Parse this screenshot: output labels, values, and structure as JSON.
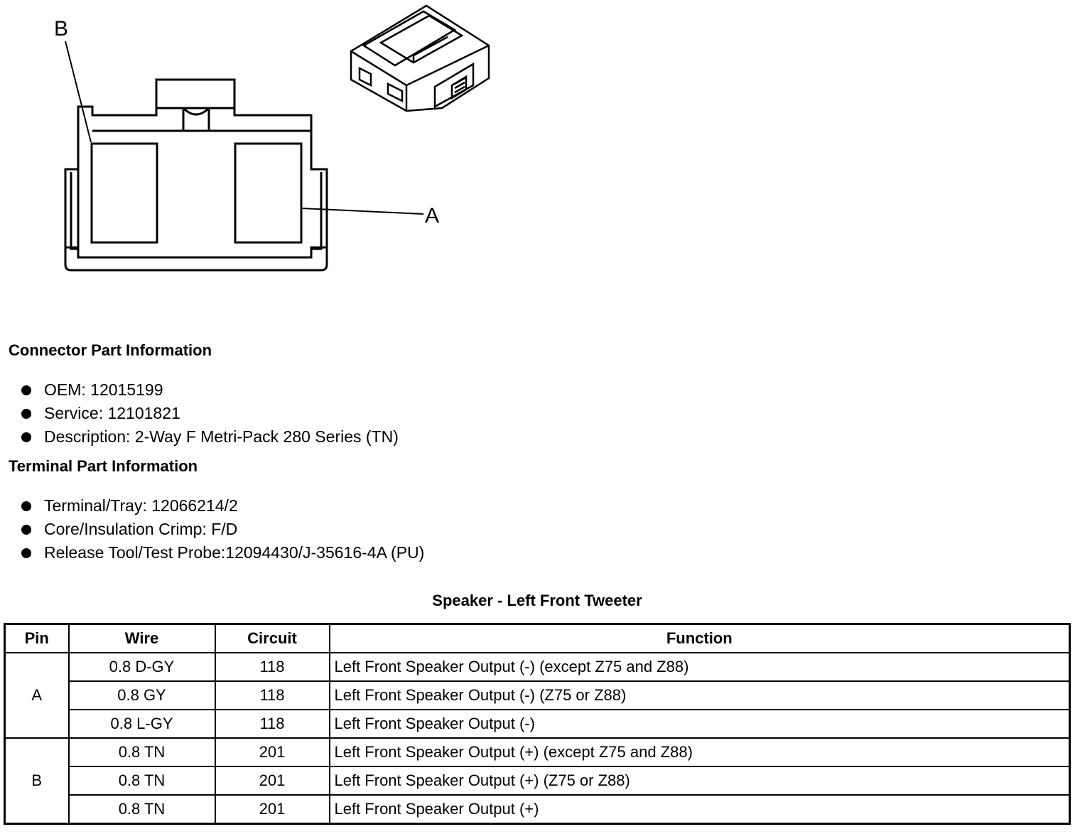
{
  "diagram": {
    "label_b": "B",
    "label_a": "A"
  },
  "connector_info": {
    "heading": "Connector Part Information",
    "items": [
      "OEM: 12015199",
      "Service: 12101821",
      "Description: 2-Way F Metri-Pack 280 Series (TN)"
    ]
  },
  "terminal_info": {
    "heading": "Terminal Part Information",
    "items": [
      "Terminal/Tray: 12066214/2",
      "Core/Insulation Crimp: F/D",
      "Release Tool/Test Probe:12094430/J-35616-4A (PU)"
    ]
  },
  "table": {
    "title": "Speaker - Left Front Tweeter",
    "headers": [
      "Pin",
      "Wire",
      "Circuit",
      "Function"
    ],
    "groups": [
      {
        "pin": "A",
        "rows": [
          {
            "wire": "0.8 D-GY",
            "circuit": "118",
            "function": "Left Front Speaker Output (-) (except Z75 and Z88)"
          },
          {
            "wire": "0.8 GY",
            "circuit": "118",
            "function": "Left Front Speaker Output (-) (Z75 or Z88)"
          },
          {
            "wire": "0.8 L-GY",
            "circuit": "118",
            "function": "Left Front Speaker Output (-)"
          }
        ]
      },
      {
        "pin": "B",
        "rows": [
          {
            "wire": "0.8 TN",
            "circuit": "201",
            "function": "Left Front Speaker Output (+) (except Z75 and Z88)"
          },
          {
            "wire": "0.8 TN",
            "circuit": "201",
            "function": "Left Front Speaker Output (+) (Z75 or Z88)"
          },
          {
            "wire": "0.8 TN",
            "circuit": "201",
            "function": "Left Front Speaker Output (+)"
          }
        ]
      }
    ]
  }
}
